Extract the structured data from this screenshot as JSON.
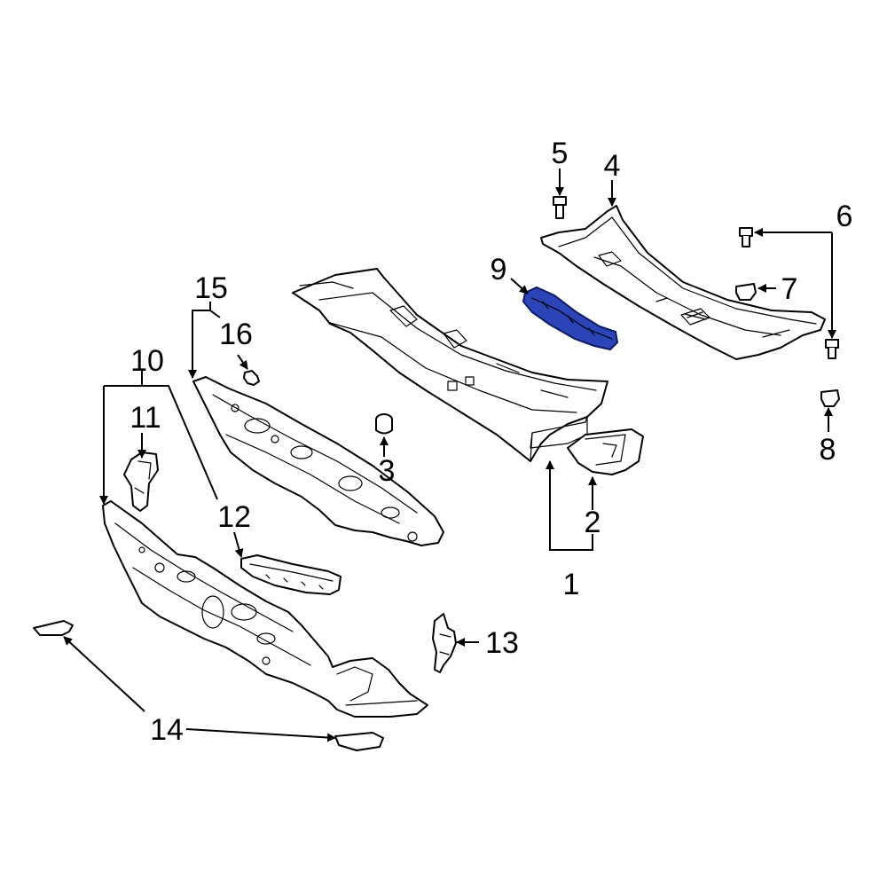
{
  "callouts": {
    "c1": "1",
    "c2": "2",
    "c3": "3",
    "c4": "4",
    "c5": "5",
    "c6": "6",
    "c7": "7",
    "c8": "8",
    "c9": "9",
    "c10": "10",
    "c11": "11",
    "c12": "12",
    "c13": "13",
    "c14": "14",
    "c15": "15",
    "c16": "16"
  },
  "colors": {
    "highlight_fill": "#2b44b8",
    "highlight_stroke": "#0d1a66",
    "line": "#000000",
    "background": "#ffffff"
  }
}
